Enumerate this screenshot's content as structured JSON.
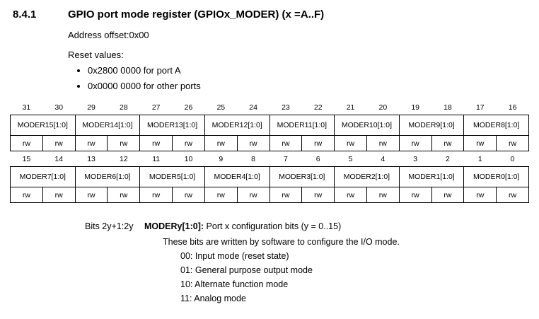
{
  "page": {
    "section_number": "8.4.1",
    "section_title": "GPIO port mode register (GPIOx_MODER) (x =A..F)",
    "address_offset": "Address offset:0x00",
    "reset_values_label": "Reset values:",
    "reset_values": [
      "0x2800 0000 for port A",
      "0x0000 0000 for other ports"
    ]
  },
  "register_table": {
    "high": {
      "bits": [
        "31",
        "30",
        "29",
        "28",
        "27",
        "26",
        "25",
        "24",
        "23",
        "22",
        "21",
        "20",
        "19",
        "18",
        "17",
        "16"
      ],
      "fields": [
        "MODER15[1:0]",
        "MODER14[1:0]",
        "MODER13[1:0]",
        "MODER12[1:0]",
        "MODER11[1:0]",
        "MODER10[1:0]",
        "MODER9[1:0]",
        "MODER8[1:0]"
      ],
      "access": [
        "rw",
        "rw",
        "rw",
        "rw",
        "rw",
        "rw",
        "rw",
        "rw",
        "rw",
        "rw",
        "rw",
        "rw",
        "rw",
        "rw",
        "rw",
        "rw"
      ]
    },
    "low": {
      "bits": [
        "15",
        "14",
        "13",
        "12",
        "11",
        "10",
        "9",
        "8",
        "7",
        "6",
        "5",
        "4",
        "3",
        "2",
        "1",
        "0"
      ],
      "fields": [
        "MODER7[1:0]",
        "MODER6[1:0]",
        "MODER5[1:0]",
        "MODER4[1:0]",
        "MODER3[1:0]",
        "MODER2[1:0]",
        "MODER1[1:0]",
        "MODER0[1:0]"
      ],
      "access": [
        "rw",
        "rw",
        "rw",
        "rw",
        "rw",
        "rw",
        "rw",
        "rw",
        "rw",
        "rw",
        "rw",
        "rw",
        "rw",
        "rw",
        "rw",
        "rw"
      ]
    }
  },
  "description": {
    "bits_label": "Bits 2y+1:2y",
    "field_name": "MODERy[1:0]:",
    "field_summary": "Port x configuration bits (y = 0..15)",
    "intro": "These bits are written by software to configure the I/O mode.",
    "options": [
      "00: Input mode (reset state)",
      "01: General purpose output mode",
      "10: Alternate function mode",
      "11: Analog mode"
    ]
  }
}
